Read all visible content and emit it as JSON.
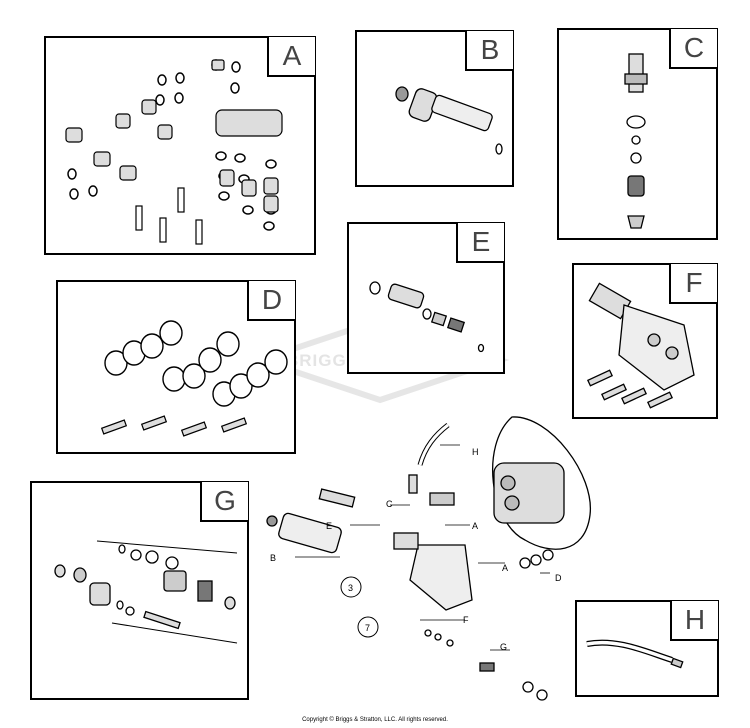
{
  "panels": {
    "a": {
      "label": "A"
    },
    "b": {
      "label": "B"
    },
    "c": {
      "label": "C"
    },
    "d": {
      "label": "D"
    },
    "e": {
      "label": "E"
    },
    "f": {
      "label": "F"
    },
    "g": {
      "label": "G"
    },
    "h": {
      "label": "H"
    }
  },
  "watermark": {
    "text": "BRIGGS & STRATTON"
  },
  "callouts": {
    "a": "A",
    "b": "B",
    "c": "C",
    "d": "D",
    "e": "E",
    "f": "F",
    "g": "G",
    "h": "H",
    "a2": "A",
    "n3": "3",
    "n7": "7"
  },
  "footer": {
    "copyright": "Copyright © Briggs & Stratton, LLC. All rights reserved."
  }
}
